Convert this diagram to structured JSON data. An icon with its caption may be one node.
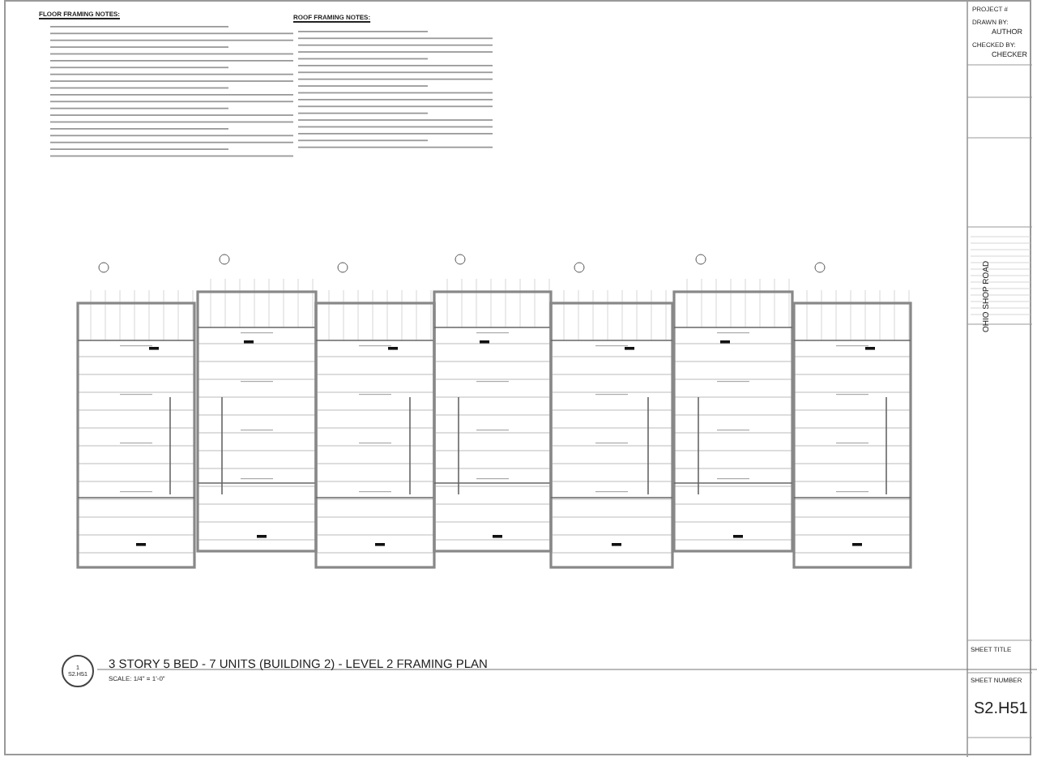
{
  "diagram": {
    "title": "3 STORY 5 BED - 7 UNITS (BUILDING 2) - LEVEL 2 FRAMING PLAN",
    "caption": "SCALE: 1/4\" = 1'-0\"",
    "nodes": [
      {
        "text": [
          "1",
          "S2.H51"
        ]
      }
    ],
    "labels": [
      "FLOOR FRAMING NOTES:",
      "ROOF FRAMING NOTES:",
      "PROJECT #",
      "DRAWN BY:",
      "AUTHOR",
      "CHECKED BY:",
      "CHECKER",
      "OHIO SHOP ROAD",
      "SHEET TITLE",
      "SHEET NUMBER",
      "S2.H51"
    ]
  }
}
